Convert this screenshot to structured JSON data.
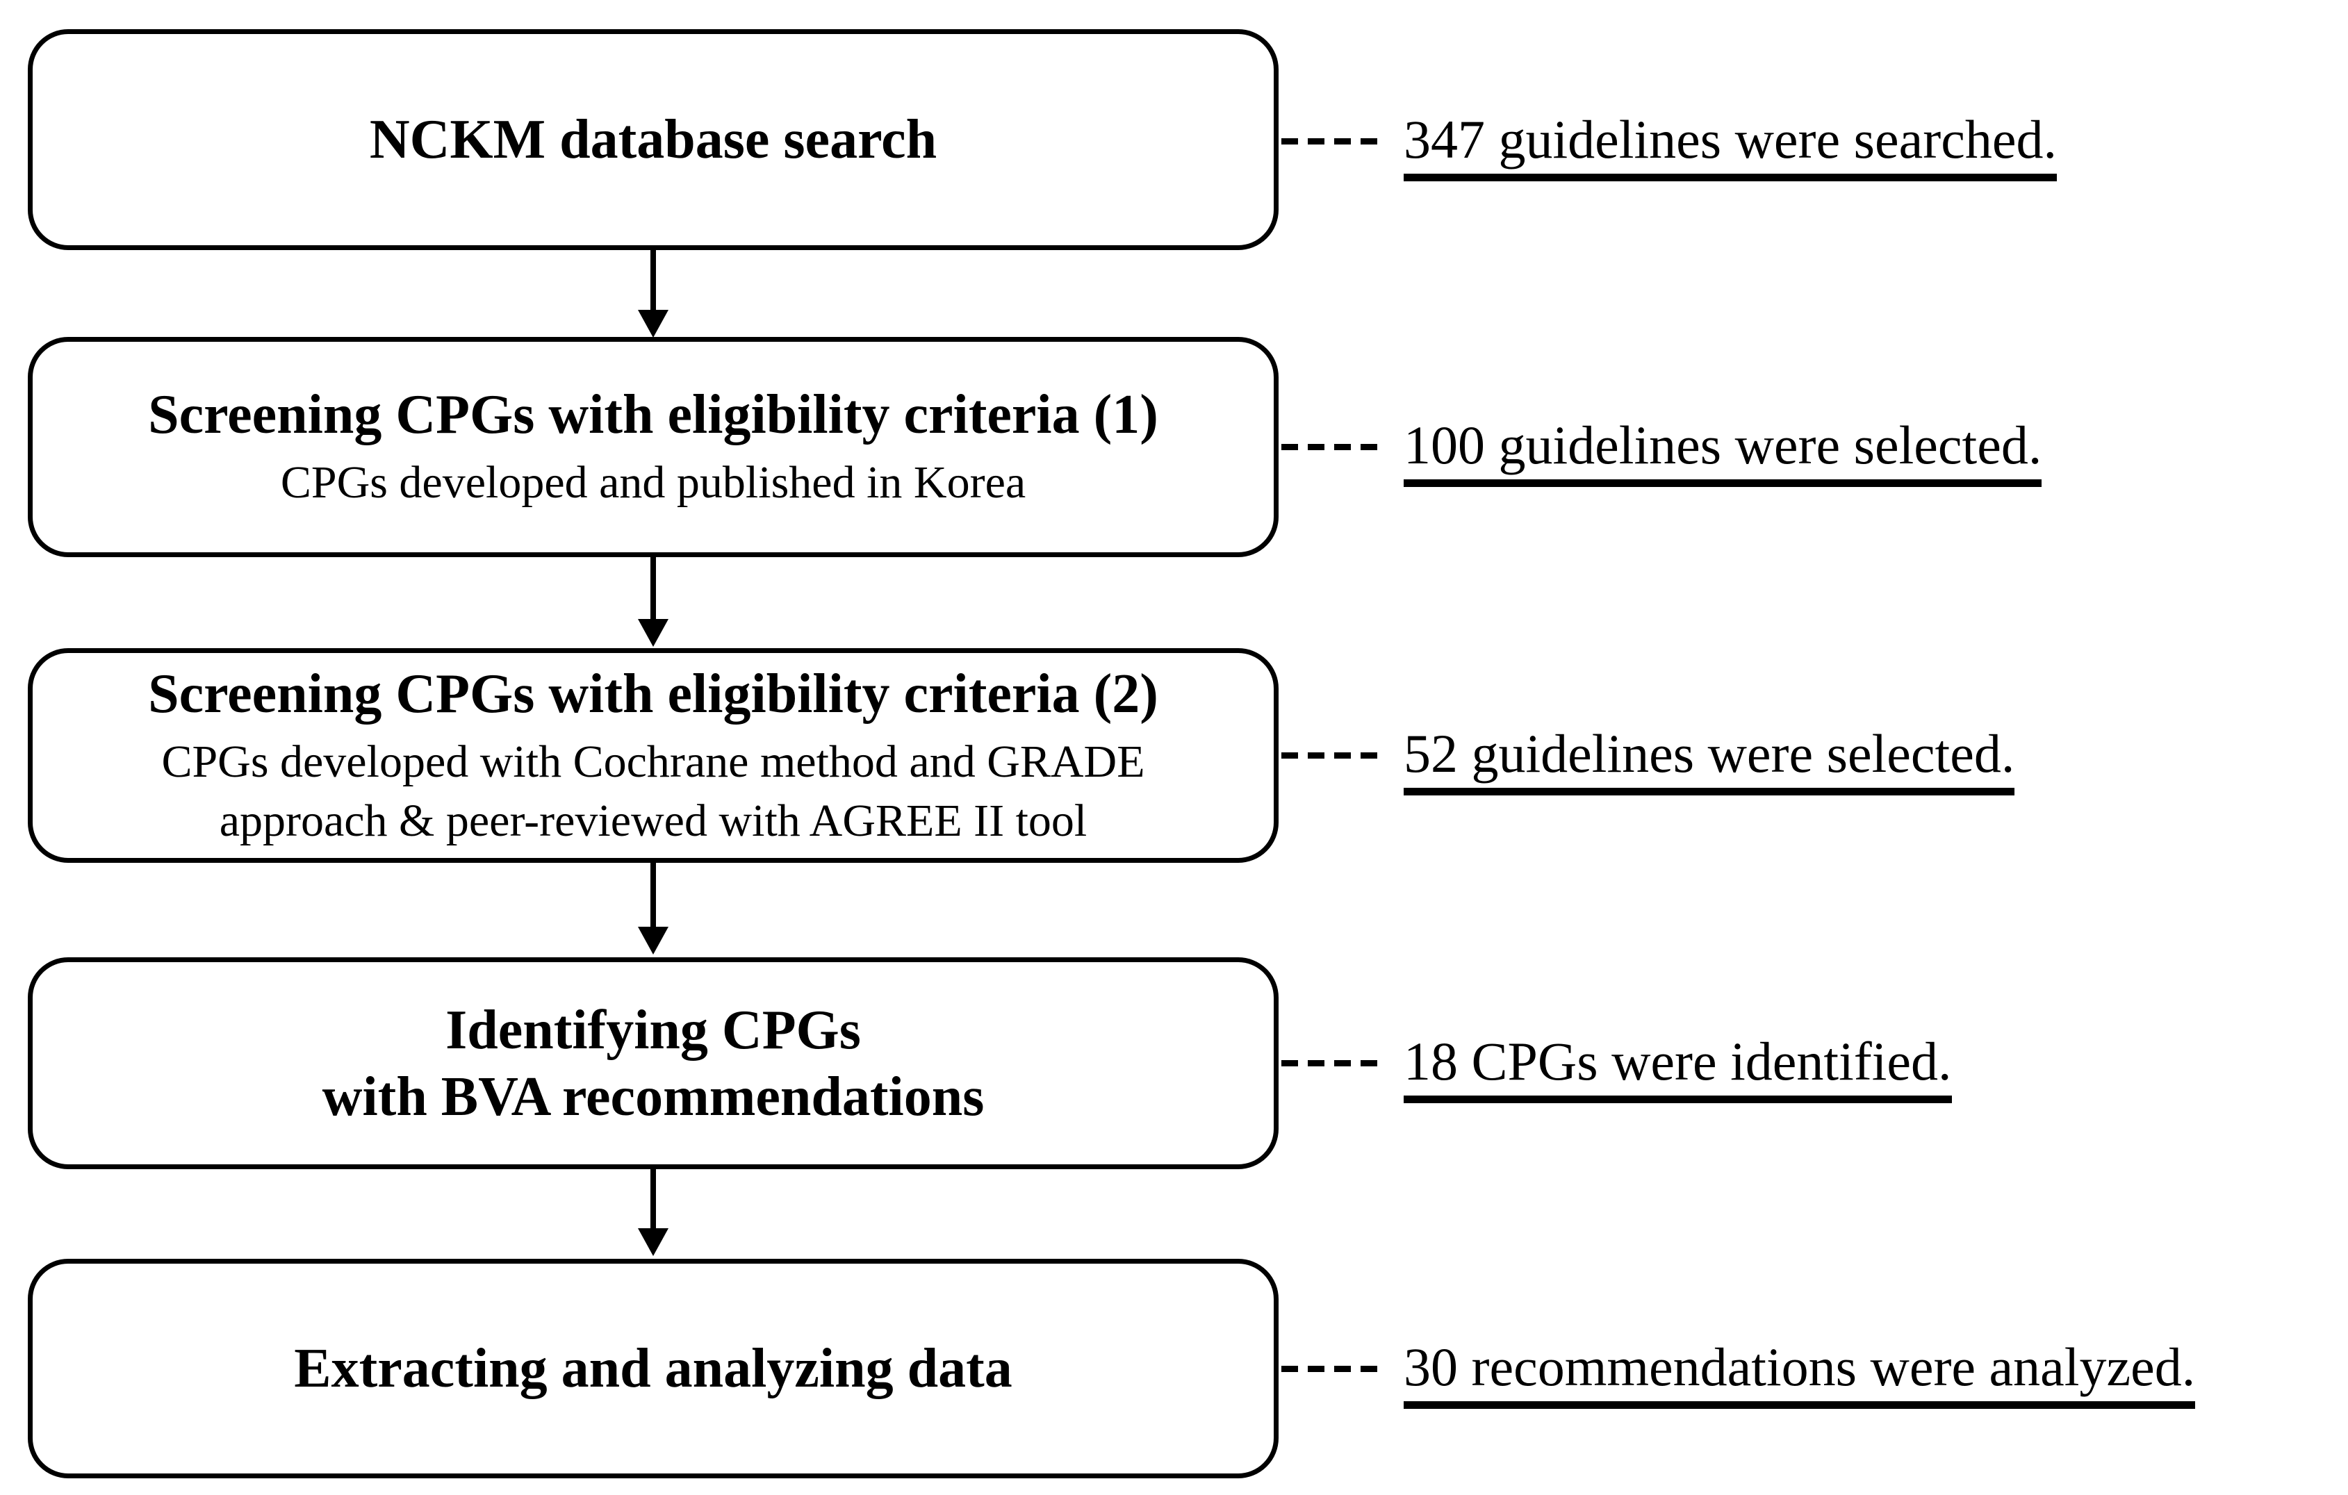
{
  "figure": {
    "type": "flowchart",
    "colors": {
      "line": "#000000",
      "background": "#ffffff",
      "text": "#000000"
    },
    "steps": [
      {
        "id": 1,
        "title": "NCKM database search",
        "subtitle": "",
        "annotation": "347 guidelines were searched.",
        "count": 347
      },
      {
        "id": 2,
        "title": "Screening CPGs with eligibility criteria (1)",
        "subtitle": "CPGs developed and published in Korea",
        "annotation": "100 guidelines were selected.",
        "count": 100
      },
      {
        "id": 3,
        "title": "Screening CPGs with eligibility criteria (2)",
        "subtitle": "CPGs developed with Cochrane method and GRADE\napproach & peer-reviewed with AGREE II tool",
        "annotation": "52 guidelines were selected.",
        "count": 52
      },
      {
        "id": 4,
        "title": "Identifying CPGs\nwith BVA recommendations",
        "subtitle": "",
        "annotation": "18 CPGs were identified.",
        "count": 18
      },
      {
        "id": 5,
        "title": "Extracting and analyzing data",
        "subtitle": "",
        "annotation": "30 recommendations were analyzed.",
        "count": 30
      }
    ]
  }
}
